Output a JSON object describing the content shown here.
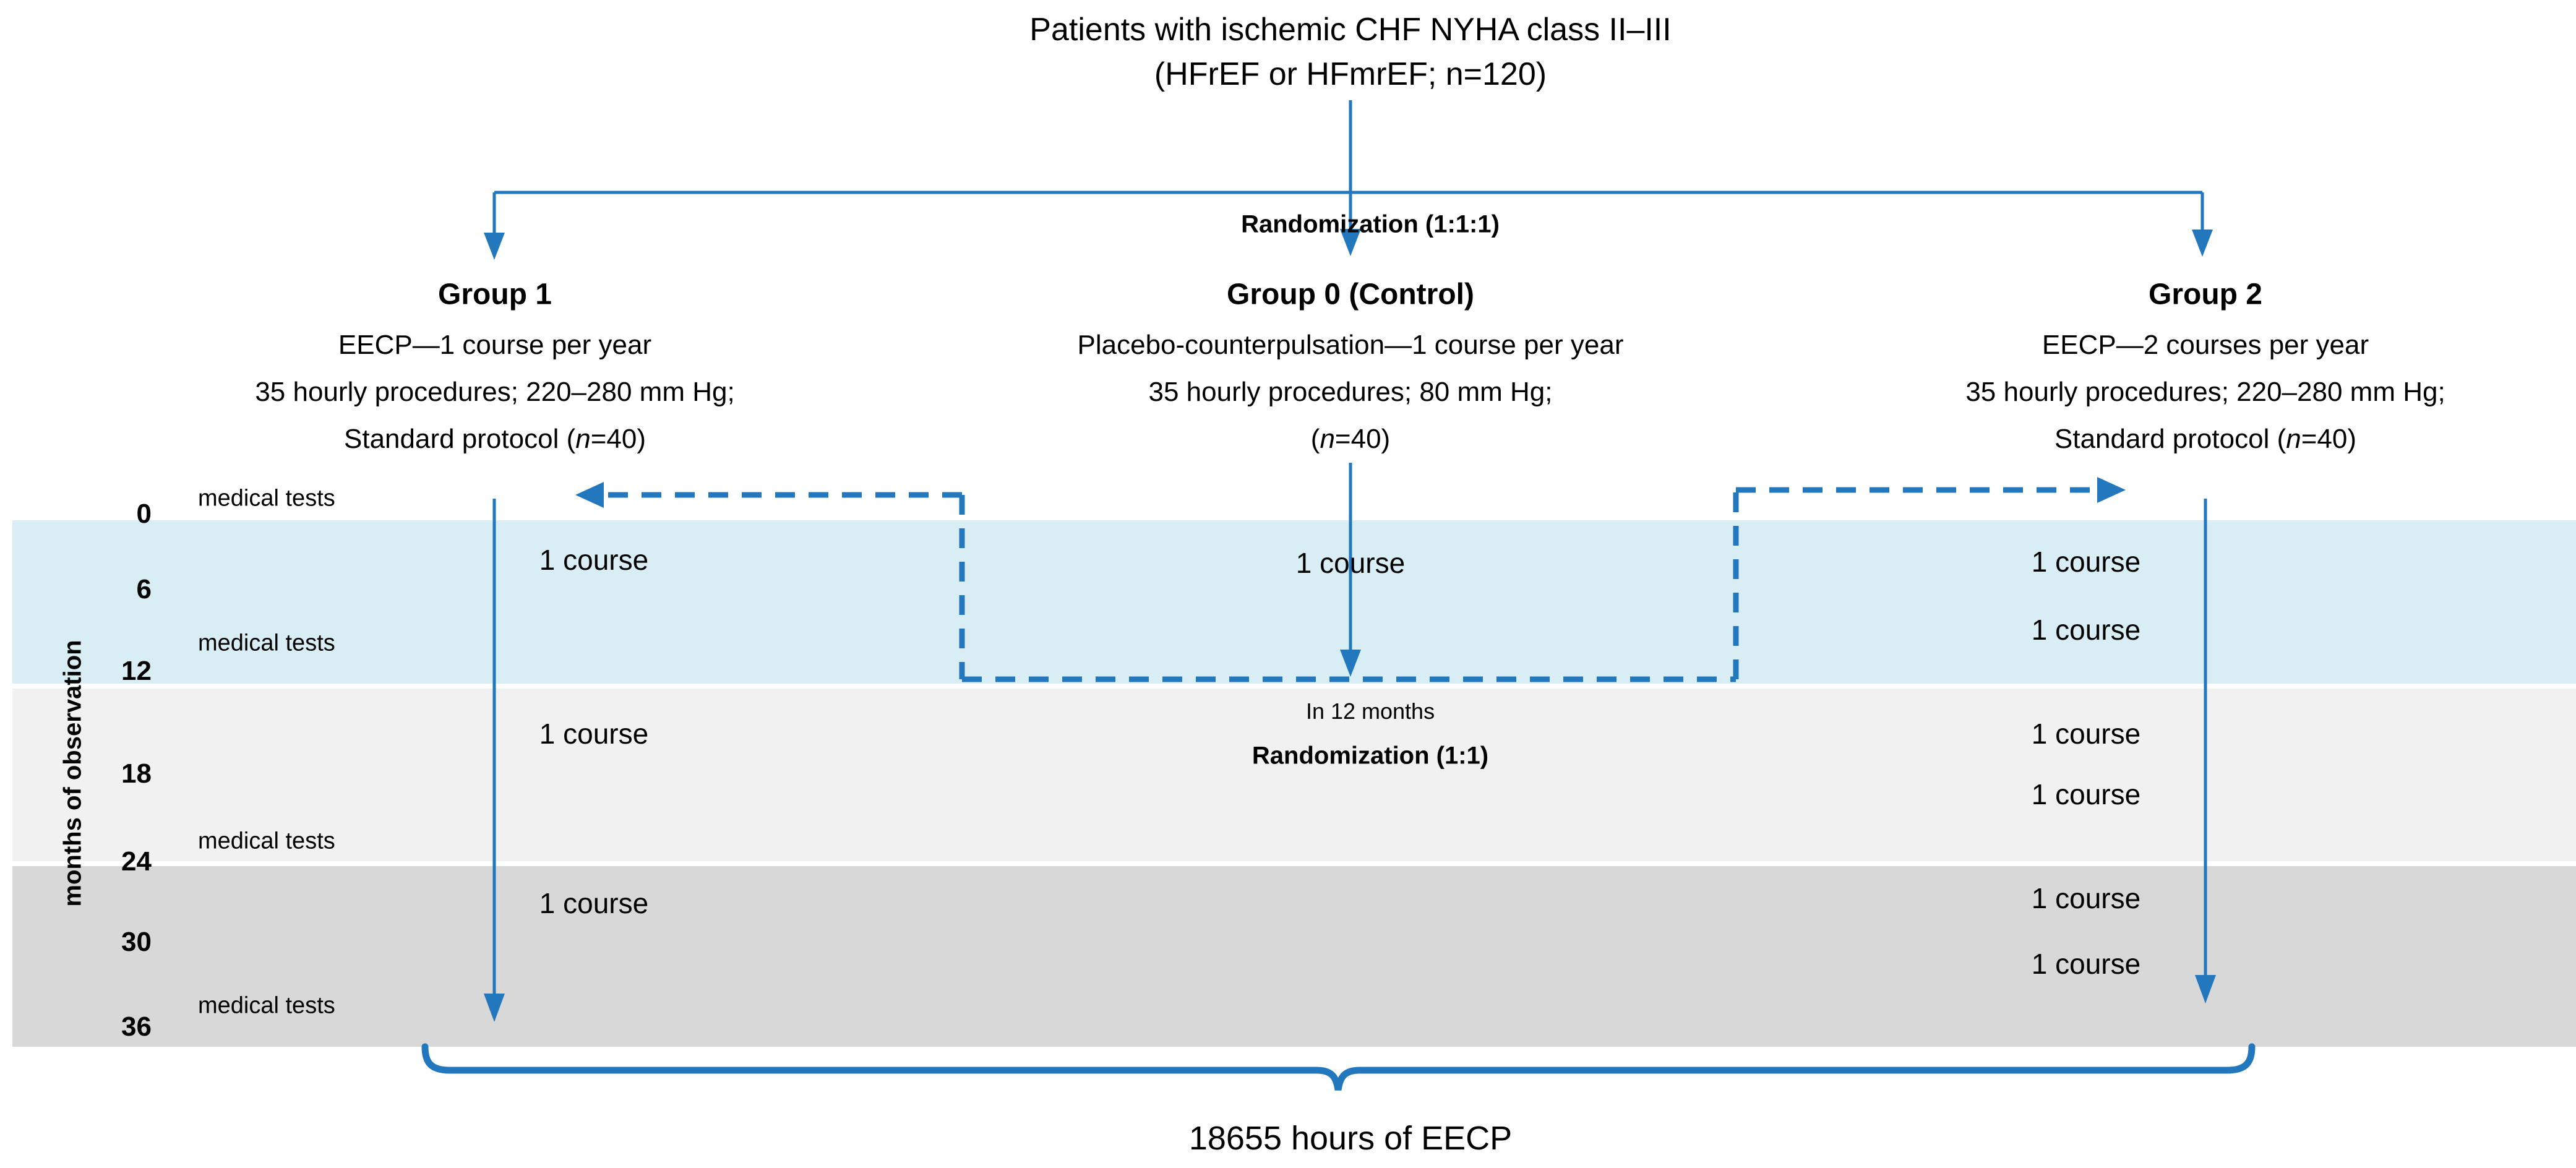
{
  "colors": {
    "blue": "#2377BD",
    "band_blue": "#D9EDF5",
    "band_gray_light": "#F1F1F1",
    "band_gray_dark": "#D8D8D8"
  },
  "title": {
    "line1": "Patients with ischemic CHF NYHA class II–III",
    "line2": "(HFrEF or HFmrEF; n=120)"
  },
  "randomization_top": "Randomization (1:1:1)",
  "groups": [
    {
      "header": "Group 1",
      "line1": "EECP—1 course per year",
      "line2": "35 hourly procedures; 220–280 mm Hg;",
      "line3_prefix": "Standard protocol (",
      "line3_n": "n",
      "line3_suffix": "=40)"
    },
    {
      "header": "Group 0 (Control)",
      "line1": "Placebo-counterpulsation—1 course per year",
      "line2": "35 hourly procedures; 80 mm Hg;",
      "line3_prefix": "(",
      "line3_n": "n",
      "line3_suffix": "=40)"
    },
    {
      "header": "Group 2",
      "line1": "EECP—2 courses per year",
      "line2": "35 hourly procedures; 220–280 mm Hg;",
      "line3_prefix": "Standard protocol (",
      "line3_n": "n",
      "line3_suffix": "=40)"
    }
  ],
  "axis": {
    "label": "months of observation",
    "ticks": [
      "0",
      "6",
      "12",
      "18",
      "24",
      "30",
      "36"
    ]
  },
  "medical_tests": [
    "medical tests",
    "medical tests",
    "medical tests",
    "medical tests"
  ],
  "mid_annotation": {
    "line1": "In 12 months",
    "line2": "Randomization (1:1)"
  },
  "course_labels": {
    "group1": [
      "1 course",
      "1 course",
      "1 course"
    ],
    "group0": [
      "1 course"
    ],
    "group2": [
      "1 course",
      "1 course",
      "1 course",
      "1 course",
      "1 course",
      "1 course"
    ]
  },
  "total": "18655 hours of EECP"
}
